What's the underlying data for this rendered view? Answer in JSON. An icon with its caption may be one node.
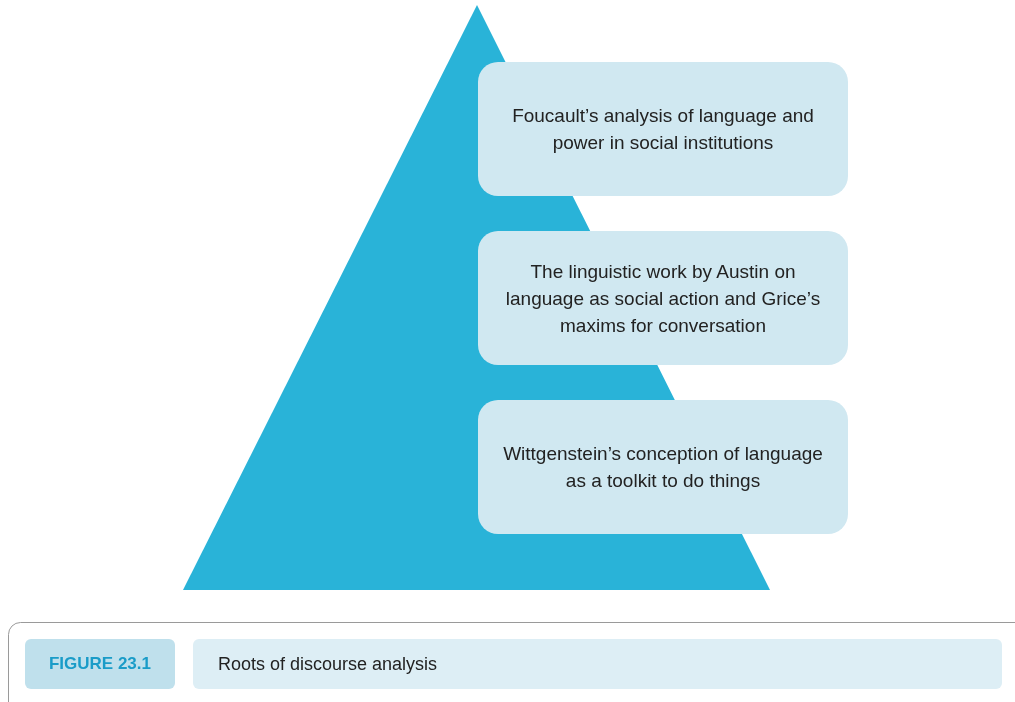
{
  "diagram": {
    "caption": "Roots of discourse analysis",
    "nodes": [
      {
        "text": [
          "Foucault’s analysis of language and power in social institutions"
        ]
      },
      {
        "text": [
          "The linguistic work by Austin on language as social action and Grice’s maxims for conversation"
        ]
      },
      {
        "text": [
          "Wittgenstein’s conception of language as a toolkit to do things"
        ]
      }
    ],
    "labels": [
      "FIGURE 23.1"
    ]
  }
}
